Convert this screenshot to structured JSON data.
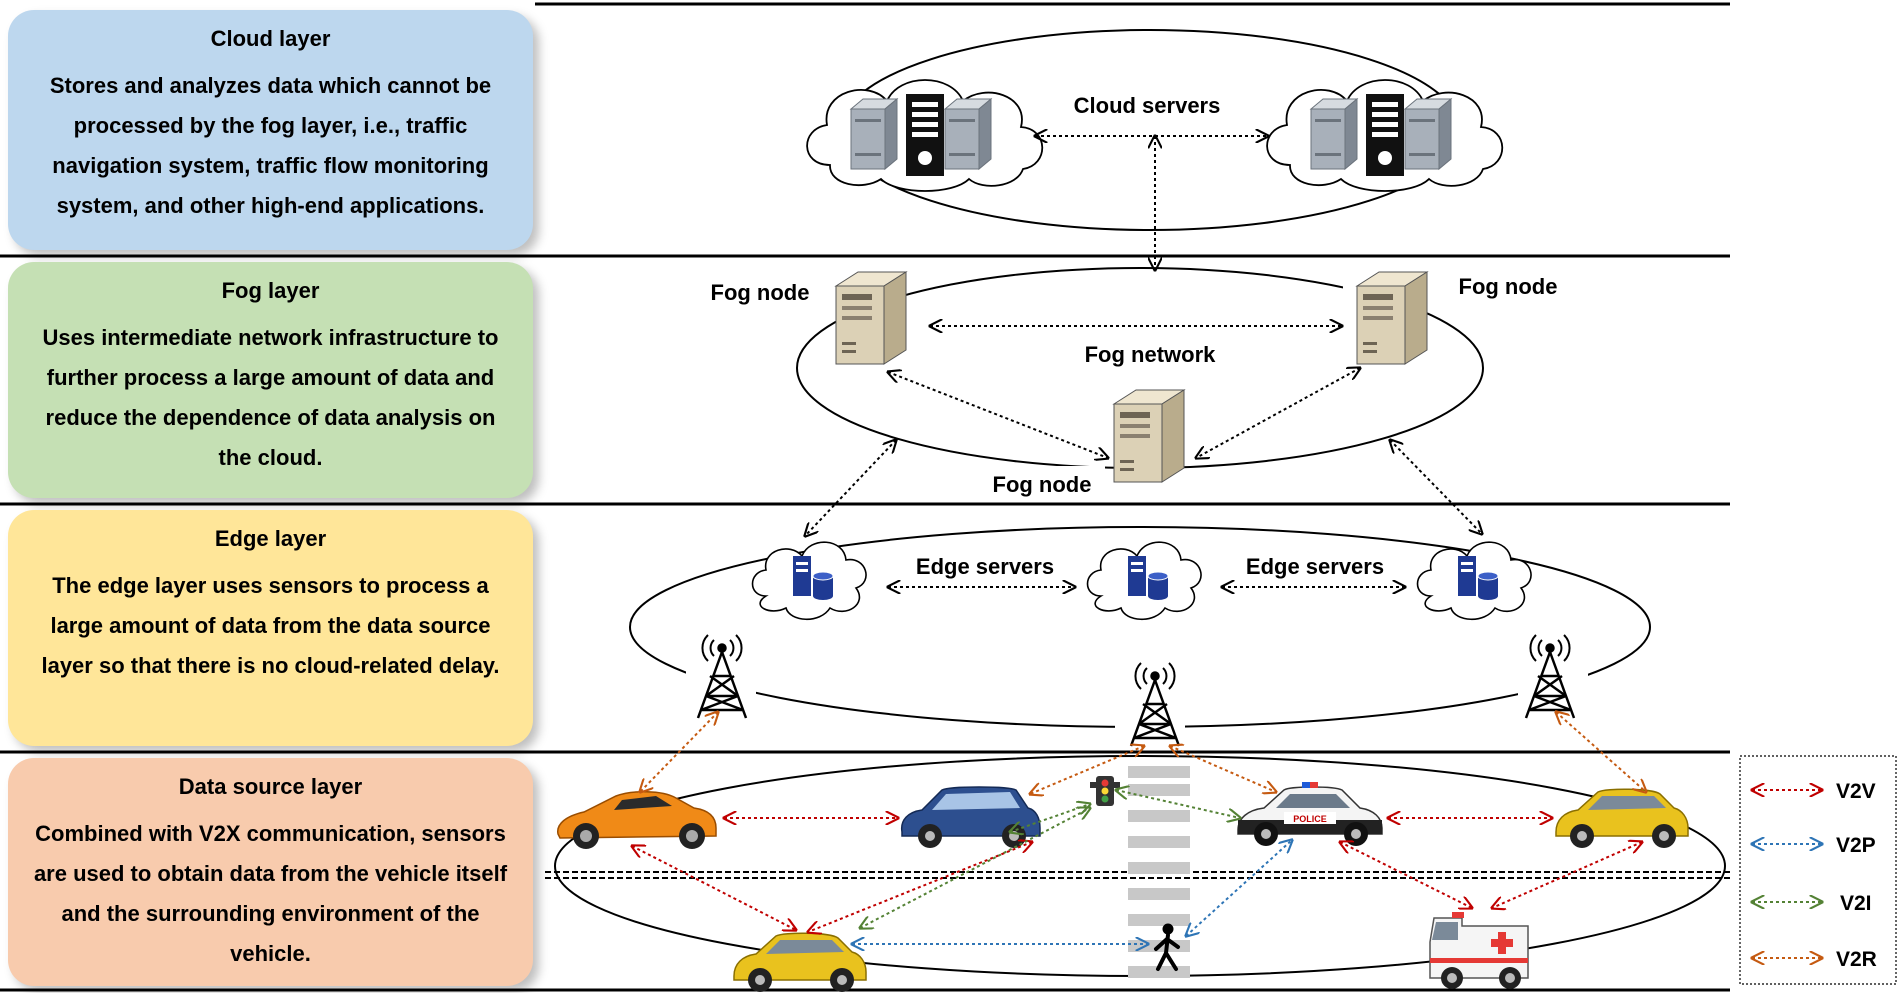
{
  "layers": [
    {
      "title": "Cloud layer",
      "description": "Stores and analyzes data which cannot be processed by the fog layer, i.e., traffic navigation system, traffic flow monitoring system, and other high-end applications.",
      "color": "#bdd7ee"
    },
    {
      "title": "Fog layer",
      "description": "Uses intermediate network infrastructure to further process a large amount of data and reduce the dependence of data analysis on the cloud.",
      "color": "#c5e0b4"
    },
    {
      "title": "Edge layer",
      "description": "The edge layer uses sensors to process a large amount of data from the data source layer so that there is no cloud-related delay.",
      "color": "#ffe699"
    },
    {
      "title": "Data source layer",
      "description": "Combined with V2X communication, sensors are used to obtain data from the vehicle itself and the surrounding environment of the vehicle.",
      "color": "#f8cbad"
    }
  ],
  "diagram": {
    "cloud_servers_label": "Cloud servers",
    "fog_node_label": "Fog node",
    "fog_network_label": "Fog network",
    "edge_servers_label": "Edge servers",
    "police_label": "POLICE"
  },
  "legend": [
    {
      "label": "V2V",
      "color": "#c00000"
    },
    {
      "label": "V2P",
      "color": "#2e75b6"
    },
    {
      "label": "V2I",
      "color": "#548235"
    },
    {
      "label": "V2R",
      "color": "#c55a11"
    }
  ]
}
